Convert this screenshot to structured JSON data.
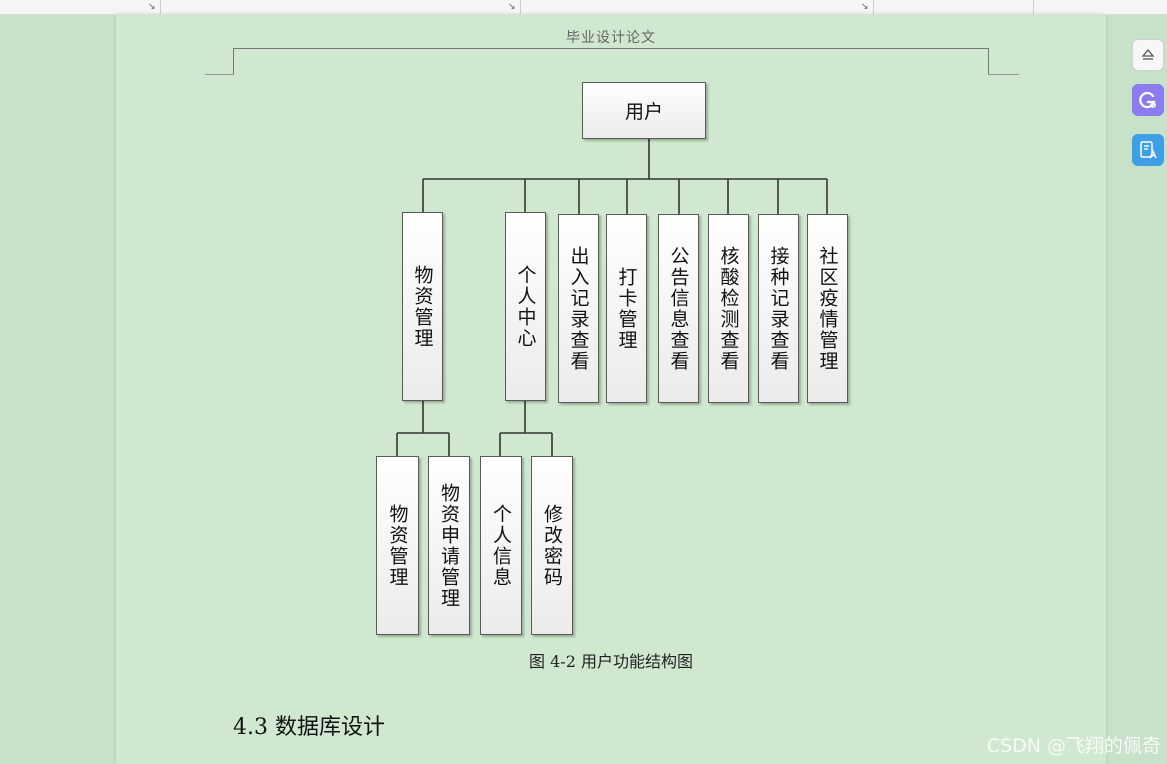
{
  "header": {
    "title": "毕业设计论文"
  },
  "diagram": {
    "root": "用户",
    "level1": [
      "物资管理",
      "个人中心",
      "出入记录查看",
      "打卡管理",
      "公告信息查看",
      "核酸检测查看",
      "接种记录查看",
      "社区疫情管理"
    ],
    "level2_supplies": [
      "物资管理",
      "物资申请管理"
    ],
    "level2_personal": [
      "个人信息",
      "修改密码"
    ]
  },
  "caption": "图 4-2  用户功能结构图",
  "section_heading": "4.3 数据库设计",
  "watermark": "CSDN @飞翔的佩奇",
  "ruler_marks": [
    "↘",
    "↘",
    "↘"
  ],
  "toolbar": {
    "icons": [
      "eject-icon",
      "g-search-icon",
      "doc-translate-icon"
    ],
    "colors": {
      "t2": "#8c7cf2",
      "t3": "#3e9ee6"
    }
  }
}
